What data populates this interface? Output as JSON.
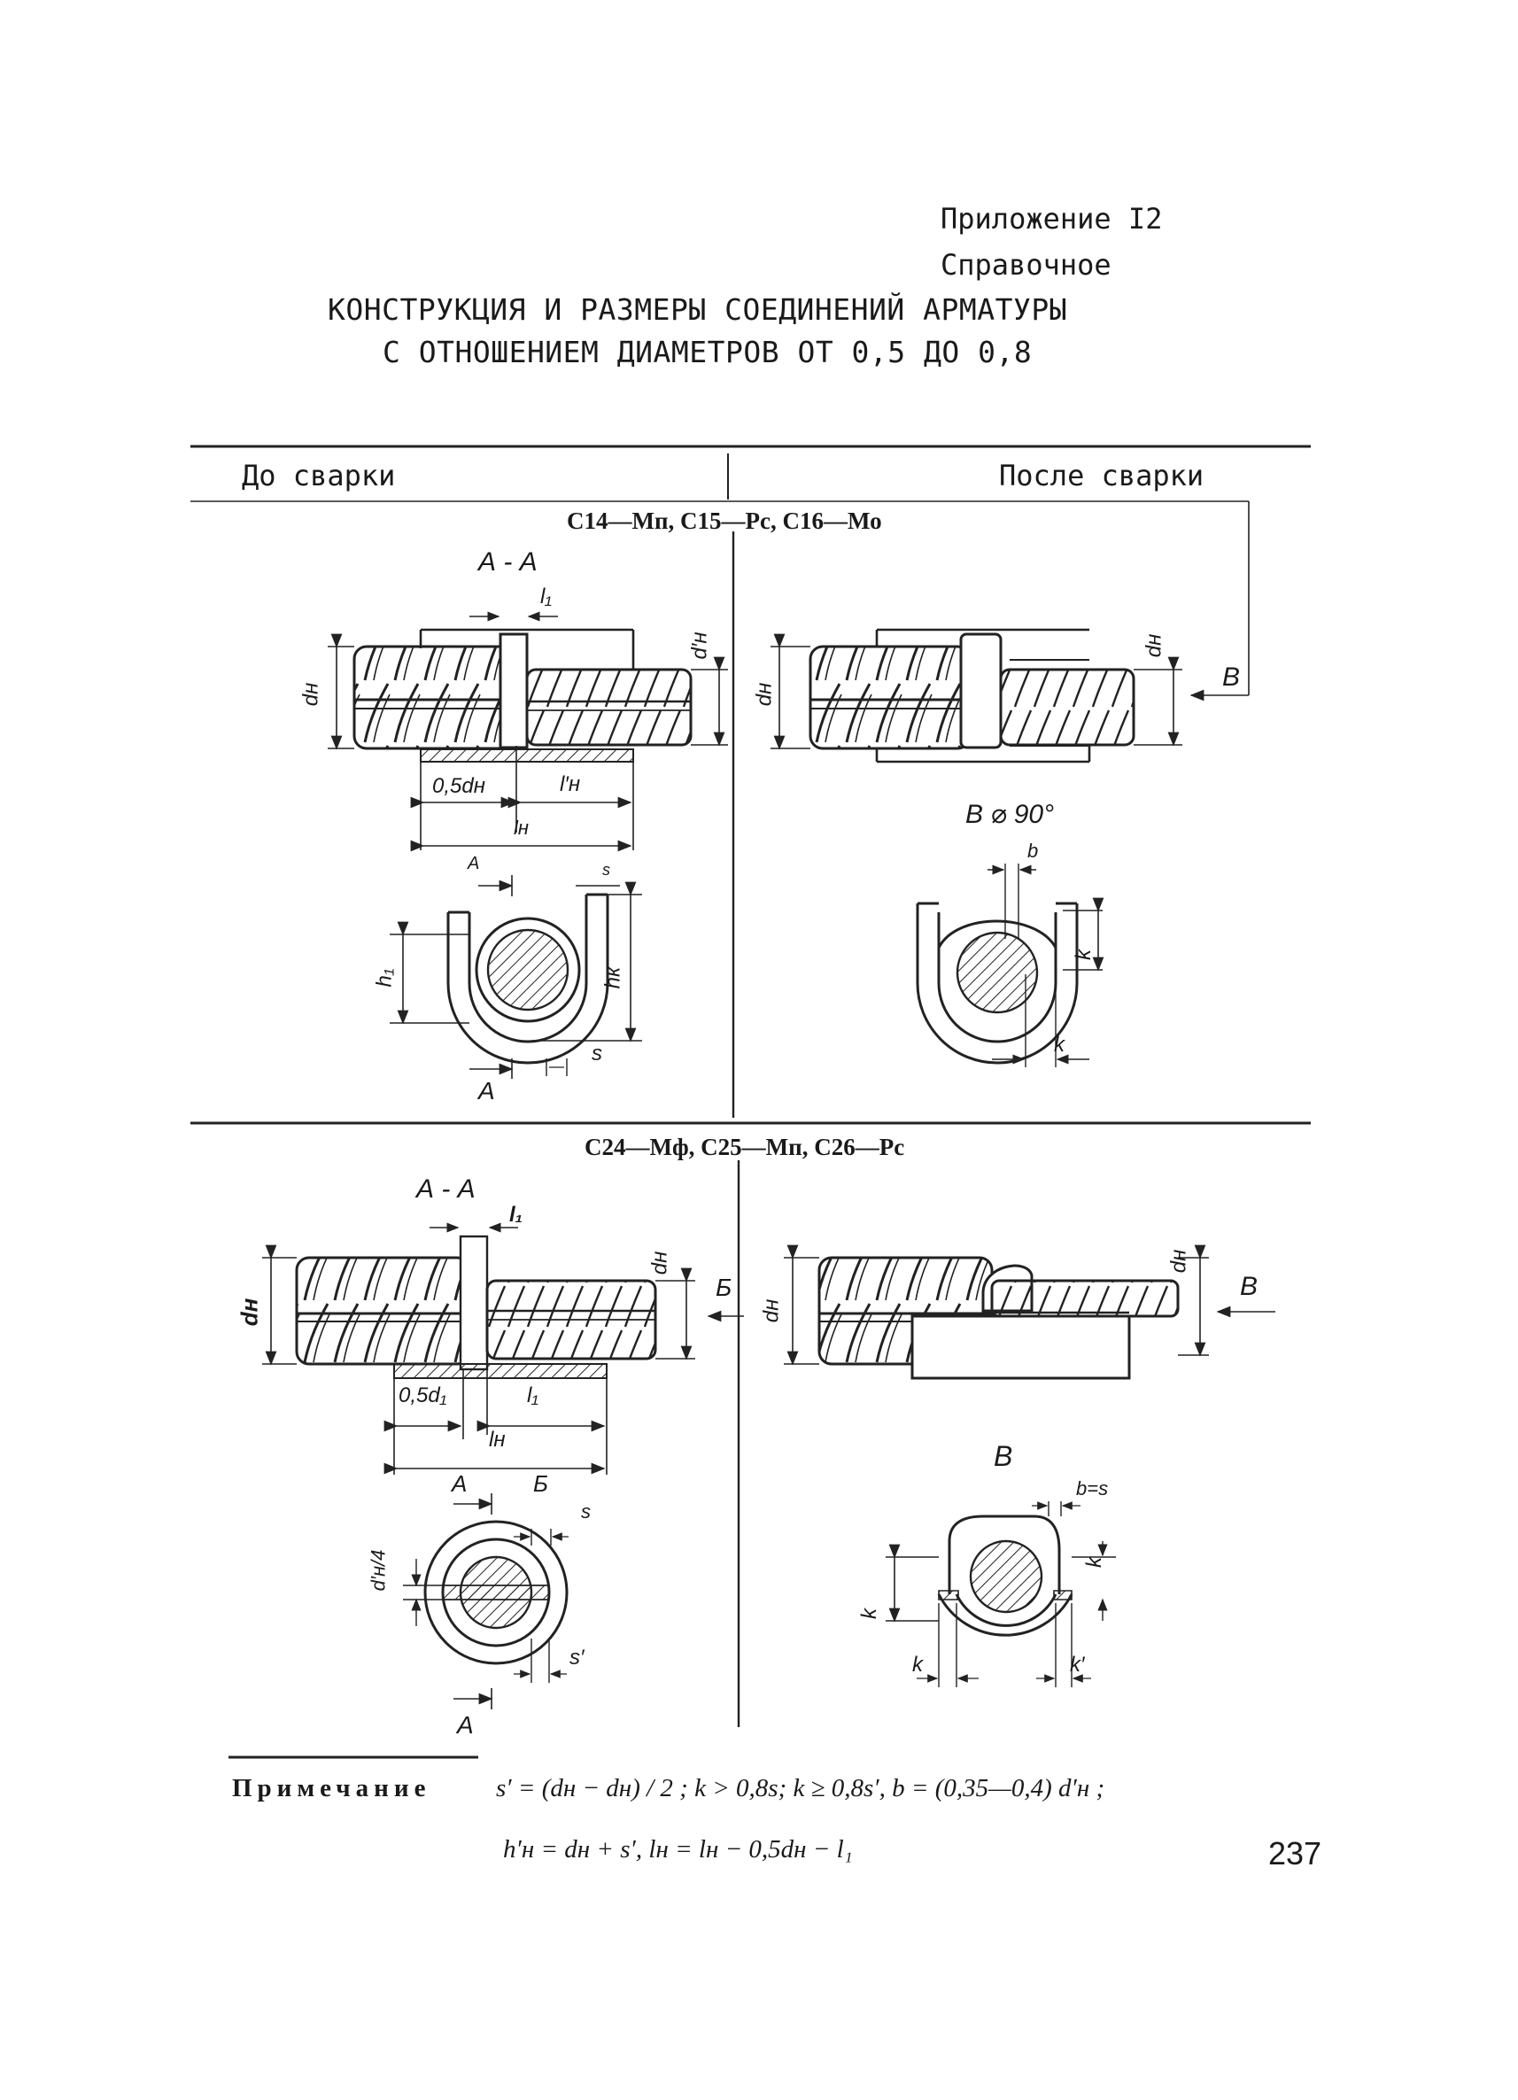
{
  "header": {
    "appendix": "Приложение I2",
    "type": "Справочное",
    "title_line1": "КОНСТРУКЦИЯ И РАЗМЕРЫ СОЕДИНЕНИЙ АРМАТУРЫ",
    "title_line2": "С ОТНОШЕНИЕМ ДИАМЕТРОВ ОТ 0,5 ДО 0,8"
  },
  "columns": {
    "before": "До сварки",
    "after": "После сварки"
  },
  "section1": {
    "title": "С14—Мп, С15—Рс, С16—Мо",
    "section_label": "А - А",
    "view_label": "В ⌀ 90°",
    "labels": {
      "l1": "l₁",
      "dn": "dн",
      "dn_prime": "d′н",
      "half_dn": "0,5dн",
      "ln_prime": "l′н",
      "ln": "lн",
      "a_top": "А",
      "a_bottom": "А",
      "s": "s",
      "s2": "s",
      "h1": "h₁",
      "hk": "hк",
      "b": "b",
      "k1": "k",
      "k2": "k",
      "B": "В"
    }
  },
  "section2": {
    "title": "С24—Мф, С25—Мп, С26—Рс",
    "section_label": "А - А",
    "view_label": "В",
    "labels": {
      "l1": "l₁",
      "dn_left": "dн",
      "dn_right": "dн",
      "half": "0,5d₁",
      "l1b": "l₁",
      "ln": "lн",
      "a_mid": "А",
      "b_mid": "Б",
      "b_arrow": "Б",
      "a_bottom": "А",
      "s": "s",
      "s_prime": "s′",
      "dn4": "d′н/4",
      "B_arrow": "В",
      "b_eq_s": "b=s",
      "k1": "k",
      "k2": "k",
      "k3": "k",
      "k_prime": "k′",
      "dn_after_left": "dн",
      "dn_after_right": "dн"
    }
  },
  "note": {
    "label": "Примечание",
    "formula1": "s′ = (dн − dн) / 2 ;   k > 0,8s;   k ≥ 0,8s′,   b = (0,35—0,4) d′н ;",
    "formula2": "h′н = dн + s′,   lн = lн − 0,5dн − l₁"
  },
  "page_number": "237"
}
